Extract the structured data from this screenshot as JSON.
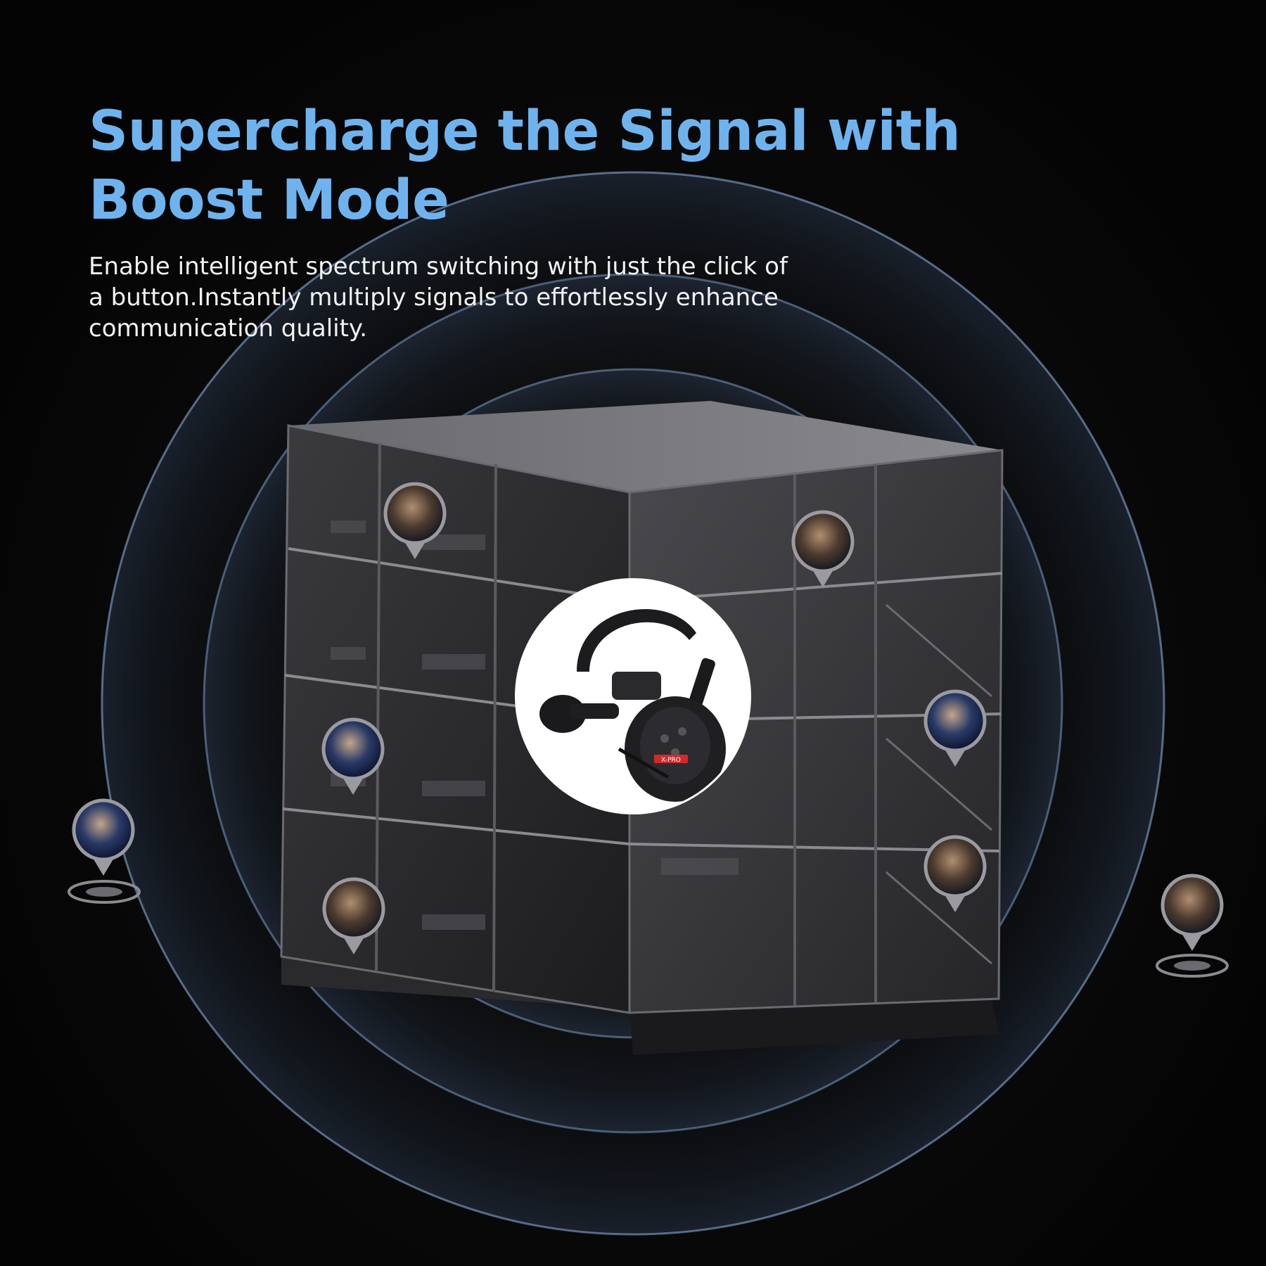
{
  "headline": {
    "line1": "Supercharge the Signal with",
    "line2": "Boost Mode"
  },
  "description": {
    "line1": "Enable intelligent spectrum switching with just the click of",
    "line2": "a button.Instantly multiply signals to effortlessly enhance",
    "line3": "communication quality."
  },
  "colors": {
    "headline": "#6fb3ee",
    "body_text": "#f2f2f2",
    "background": "#050505",
    "signal_ring": "#8fb4e6",
    "headset_badge": "#ffffff",
    "headset_label": "#d22a2a"
  },
  "icons": {
    "product": "wireless-headset-icon",
    "users": "user-location-pin-icon",
    "building": "office-building-illustration"
  },
  "headset_label": "X-PRO",
  "user_pins": [
    {
      "id": "pin-floor4-left"
    },
    {
      "id": "pin-floor4-right"
    },
    {
      "id": "pin-floor2-left"
    },
    {
      "id": "pin-floor2-right"
    },
    {
      "id": "pin-floor1-left"
    },
    {
      "id": "pin-floor1-right"
    },
    {
      "id": "pin-outside-left"
    },
    {
      "id": "pin-outside-right"
    }
  ]
}
